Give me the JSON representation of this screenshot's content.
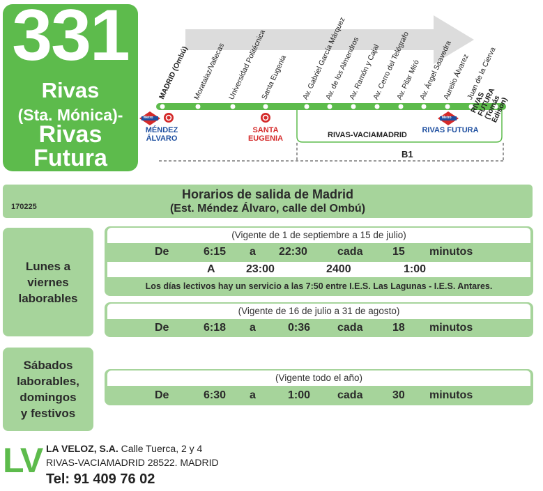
{
  "route": {
    "number": "331",
    "name_line1": "Rivas",
    "name_line2": "(Sta. Mónica)-",
    "name_line3": "Rivas",
    "name_line4": "Futura"
  },
  "diagram": {
    "stops": [
      "MADRID (Ombú)",
      "Moratalaz/Vallecas",
      "Universidad Politécnica",
      "Santa Eugenia",
      "Av. Gabriel García Márquez",
      "Av. de los Almendros",
      "Av. Ramón y Cajal",
      "Av. Cerro del Telégrafo",
      "Av. Pilar Miró",
      "Av. Ángel Saavedra",
      "Aurelio Álvarez",
      "Juan de la Cierva",
      "RIVAS FUTURA (Tomás Edison)"
    ],
    "metro_badge": "Metro",
    "mendez_alvaro": [
      "MÉNDEZ",
      "ÁLVARO"
    ],
    "santa_eugenia": [
      "SANTA",
      "EUGENIA"
    ],
    "rivas_vaciamadrid": "RIVAS-VACIAMADRID",
    "rivas_futura": "RIVAS FUTURA",
    "b1": "B1"
  },
  "header": {
    "code": "170225",
    "title": "Horarios de salida de Madrid",
    "subtitle": "(Est. Méndez Álvaro, calle del Ombú)"
  },
  "days": {
    "weekdays": [
      "Lunes a",
      "viernes",
      "laborables"
    ],
    "weekends": [
      "Sábados",
      "laborables,",
      "domingos",
      "y festivos"
    ]
  },
  "schedules": {
    "s1": {
      "validity": "(Vigente de 1 de septiembre a 15 de julio)",
      "row1": [
        "De",
        "6:15",
        "a",
        "22:30",
        "cada",
        "15",
        "minutos"
      ],
      "row2": [
        "A",
        "23:00",
        "2400",
        "1:00"
      ],
      "note": "Los días lectivos hay un servicio a las 7:50 entre I.E.S. Las Lagunas - I.E.S. Antares."
    },
    "s2": {
      "validity": "(Vigente de 16 de julio a 31 de agosto)",
      "row1": [
        "De",
        "6:18",
        "a",
        "0:36",
        "cada",
        "18",
        "minutos"
      ]
    },
    "s3": {
      "validity": "(Vigente todo el año)",
      "row1": [
        "De",
        "6:30",
        "a",
        "1:00",
        "cada",
        "30",
        "minutos"
      ]
    }
  },
  "footer": {
    "logo": "LV",
    "company": "LA VELOZ, S.A.",
    "address1": " Calle Tuerca, 2 y 4",
    "address2": "RIVAS-VACIAMADRID 28522. MADRID",
    "phone": "Tel: 91 409 76 02"
  },
  "colors": {
    "brand_green": "#5dbb4c",
    "panel_green": "#a6d49b",
    "metro_blue": "#1e4fa0",
    "cercanias_red": "#d42a2a"
  }
}
